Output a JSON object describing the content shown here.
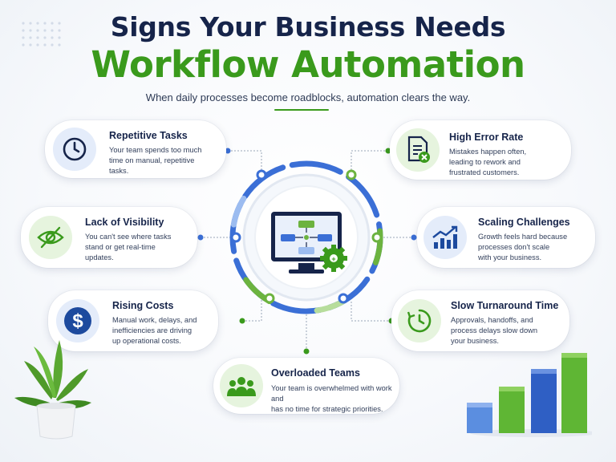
{
  "title": {
    "line1": "Signs Your Business Needs",
    "line2": "Workflow Automation",
    "subtitle": "When daily processes become roadblocks, automation clears the way."
  },
  "colors": {
    "navy": "#16244a",
    "green": "#3a9a1c",
    "blue": "#3b6fd6",
    "light_blue": "#9cbcf0",
    "light_green": "#b7dd9c"
  },
  "cards": [
    {
      "id": "repetitive-tasks",
      "title": "Repetitive Tasks",
      "text": [
        "Your team spends too much",
        "time on manual, repetitive",
        "tasks."
      ],
      "icon": "clock-icon"
    },
    {
      "id": "lack-of-visibility",
      "title": "Lack of Visibility",
      "text": [
        "You can't see where tasks",
        "stand or get real-time",
        "updates."
      ],
      "icon": "eye-slash-icon"
    },
    {
      "id": "rising-costs",
      "title": "Rising Costs",
      "text": [
        "Manual work, delays, and",
        "inefficiencies are driving",
        "up operational costs."
      ],
      "icon": "dollar-icon"
    },
    {
      "id": "overloaded-teams",
      "title": "Overloaded Teams",
      "text": [
        "Your team is overwhelmed with work and",
        "has no time for strategic priorities."
      ],
      "icon": "team-icon"
    },
    {
      "id": "high-error-rate",
      "title": "High Error Rate",
      "text": [
        "Mistakes happen often,",
        "leading to rework and",
        "frustrated customers."
      ],
      "icon": "document-error-icon"
    },
    {
      "id": "scaling-challenges",
      "title": "Scaling Challenges",
      "text": [
        "Growth feels hard because",
        "processes don't scale",
        "with your business."
      ],
      "icon": "growth-chart-icon"
    },
    {
      "id": "slow-turnaround-time",
      "title": "Slow Turnaround Time",
      "text": [
        "Approvals, handoffs, and",
        "process delays slow down",
        "your business."
      ],
      "icon": "timer-icon"
    }
  ],
  "center": {
    "icon": "workflow-monitor-icon"
  },
  "decor": {
    "plant": "potted-plant-icon",
    "bars": "growth-bars-icon"
  }
}
